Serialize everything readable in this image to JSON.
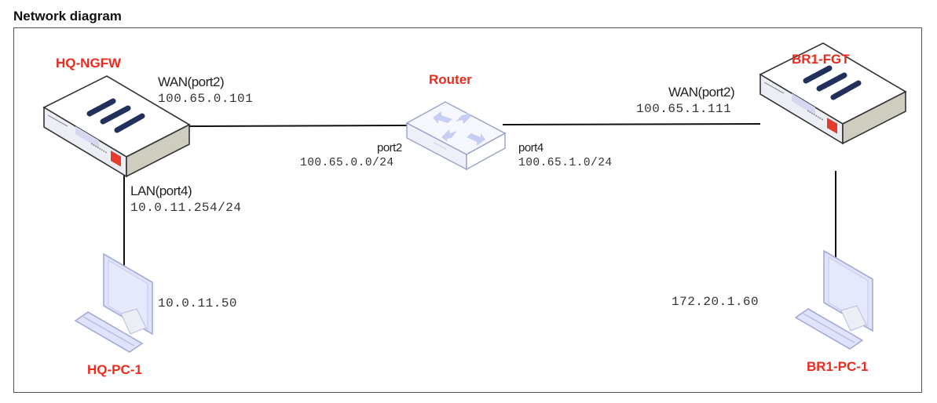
{
  "title": "Network diagram",
  "colors": {
    "device_label": "#ee2a1c",
    "link": "#111111",
    "firewall_stripe": "#22305c",
    "screen_fill": "#dfe3fb"
  },
  "devices": {
    "hq_ngfw": {
      "name": "HQ-NGFW",
      "icon": "firewall-icon",
      "wan_port": "WAN(port2)",
      "wan_ip": "100.65.0.101",
      "lan_port": "LAN(port4)",
      "lan_ip": "10.0.11.254/24"
    },
    "router": {
      "name": "Router",
      "icon": "router-icon",
      "left_port": "port2",
      "left_subnet": "100.65.0.0/24",
      "right_port": "port4",
      "right_subnet": "100.65.1.0/24"
    },
    "br1_fgt": {
      "name": "BR1-FGT",
      "icon": "firewall-icon",
      "wan_port": "WAN(port2)",
      "wan_ip": "100.65.1.111"
    },
    "hq_pc": {
      "name": "HQ-PC-1",
      "icon": "desktop-computer-icon",
      "ip": "10.0.11.50"
    },
    "br1_pc": {
      "name": "BR1-PC-1",
      "icon": "desktop-computer-icon",
      "ip": "172.20.1.60"
    }
  },
  "links": [
    {
      "from": "HQ-NGFW",
      "to": "Router"
    },
    {
      "from": "Router",
      "to": "BR1-FGT"
    },
    {
      "from": "HQ-NGFW",
      "to": "HQ-PC-1"
    },
    {
      "from": "BR1-FGT",
      "to": "BR1-PC-1"
    }
  ]
}
